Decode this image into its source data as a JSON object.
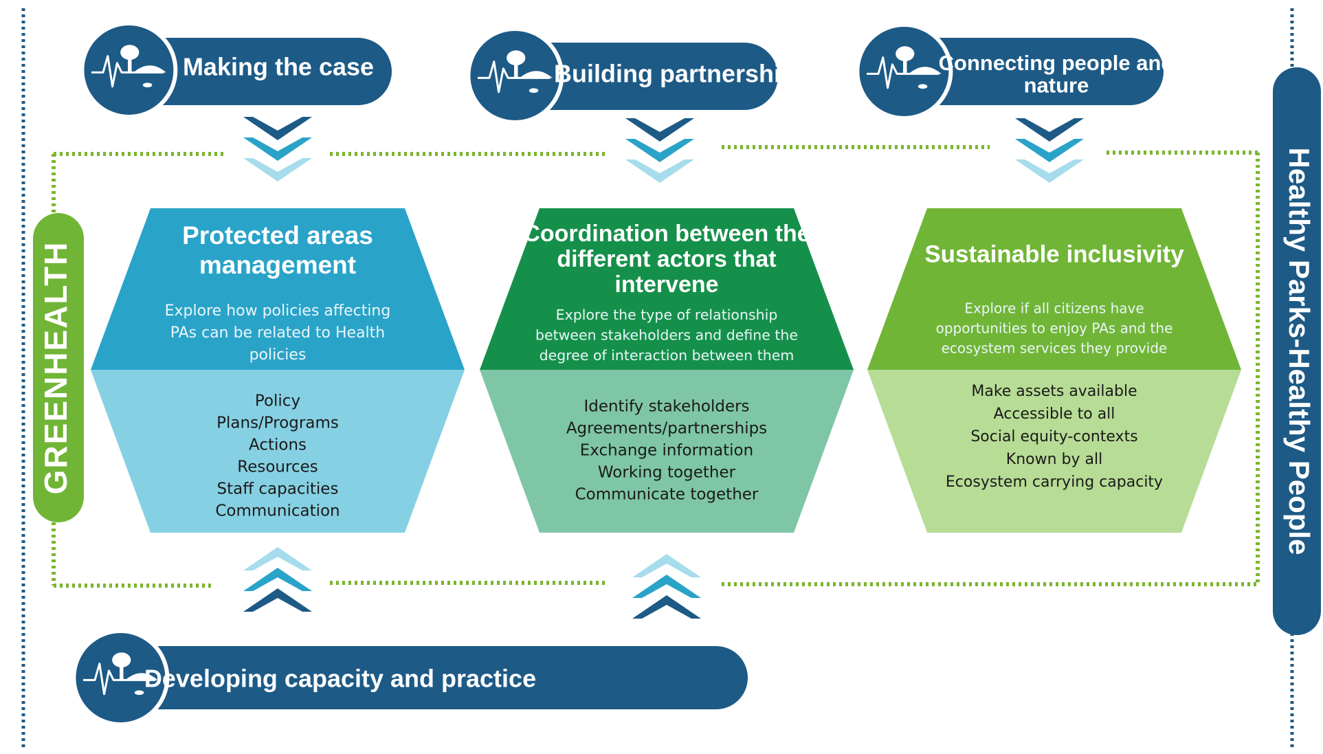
{
  "side_labels": {
    "left": "GREENHEALTH",
    "right": "Healthy Parks-Healthy People"
  },
  "pills": {
    "top": [
      {
        "lines": [
          "Making the case"
        ]
      },
      {
        "lines": [
          "Building partnership"
        ]
      },
      {
        "lines": [
          "Connecting people and",
          "nature"
        ]
      }
    ],
    "bottom": {
      "lines": [
        "Developing capacity and practice"
      ]
    }
  },
  "hexagons": [
    {
      "title": [
        "Protected areas",
        "management"
      ],
      "description": [
        "Explore how policies affecting",
        "PAs can be related to Health",
        "policies"
      ],
      "items": [
        "Policy",
        "Plans/Programs",
        "Actions",
        "Resources",
        "Staff capacities",
        "Communication"
      ]
    },
    {
      "title": [
        "Coordination between the",
        "different actors that",
        "intervene"
      ],
      "description": [
        "Explore the type of relationship",
        "between stakeholders and define the",
        "degree of interaction between them"
      ],
      "items": [
        "Identify stakeholders",
        "Agreements/partnerships",
        "Exchange information",
        "Working together",
        "Communicate together"
      ]
    },
    {
      "title": [
        "Sustainable inclusivity"
      ],
      "description": [
        "Explore if all citizens have",
        "opportunities to enjoy PAs and the",
        "ecosystem services they provide"
      ],
      "items": [
        "Make assets available",
        "Accessible to all",
        "Social equity-contexts",
        "Known by all",
        "Ecosystem carrying capacity"
      ]
    }
  ],
  "colors": {
    "navy": "#1d5a86",
    "hex_blue_top": "#2aa3c9",
    "hex_blue_bottom": "#86d0e3",
    "hex_green_top": "#15904a",
    "hex_green_bottom": "#7fc6a6",
    "hex_lime_top": "#71b537",
    "hex_lime_bottom": "#b7dc95",
    "dotted_green": "#7bb52d",
    "chevron_dark": "#1d5a86",
    "chevron_mid": "#2aa3c9",
    "chevron_light": "#a6dcec"
  },
  "icons": [
    "park-logo-icon",
    "chevron-down-icon",
    "chevron-up-icon"
  ]
}
